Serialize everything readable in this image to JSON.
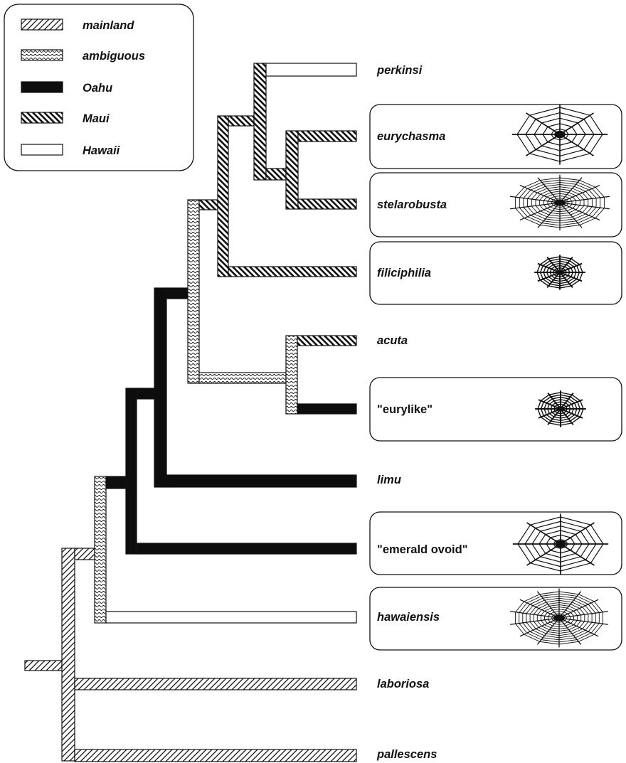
{
  "legend": {
    "items": [
      {
        "key": "mainland",
        "label": "mainland"
      },
      {
        "key": "ambiguous",
        "label": "ambiguous"
      },
      {
        "key": "oahu",
        "label": "Oahu"
      },
      {
        "key": "maui",
        "label": "Maui"
      },
      {
        "key": "hawaii",
        "label": "Hawaii"
      }
    ]
  },
  "taxa": [
    {
      "name": "perkinsi",
      "region": "hawaii",
      "web": null
    },
    {
      "name": "eurychasma",
      "region": "maui",
      "web": "open"
    },
    {
      "name": "stelarobusta",
      "region": "maui",
      "web": "dense"
    },
    {
      "name": "filiciphilia",
      "region": "maui",
      "web": "small"
    },
    {
      "name": "acuta",
      "region": "maui",
      "web": null
    },
    {
      "name": "\"eurylike\"",
      "region": "oahu",
      "web": "small"
    },
    {
      "name": "limu",
      "region": "oahu",
      "web": null
    },
    {
      "name": "\"emerald ovoid\"",
      "region": "oahu",
      "web": "open"
    },
    {
      "name": "hawaiensis",
      "region": "hawaii",
      "web": "dense"
    },
    {
      "name": "laboriosa",
      "region": "mainland",
      "web": null
    },
    {
      "name": "pallescens",
      "region": "mainland",
      "web": null
    }
  ],
  "colors": {
    "ink": "#111111",
    "paper": "#ffffff",
    "oahu": "#0d0d0d"
  }
}
